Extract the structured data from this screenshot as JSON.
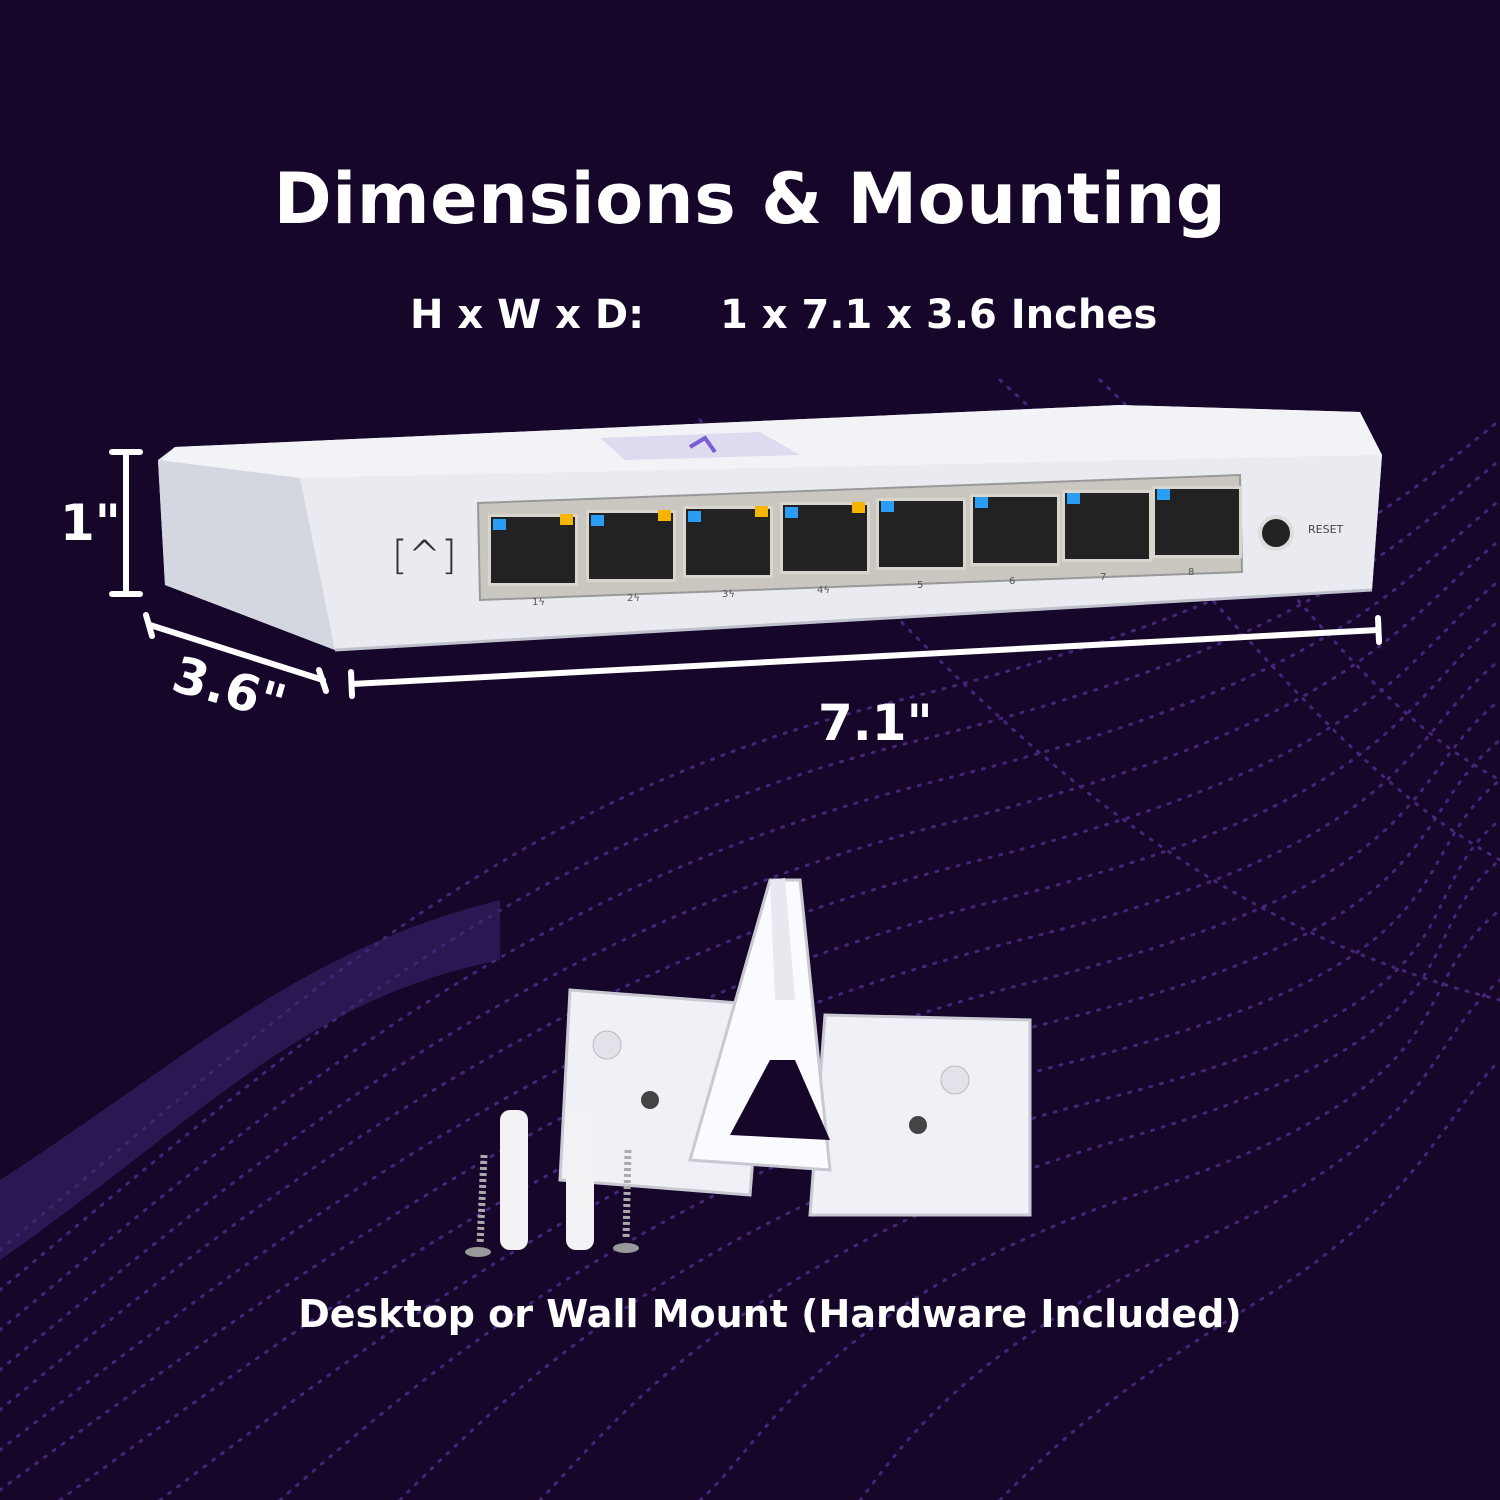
{
  "header": {
    "title": "Dimensions & Mounting",
    "dims_label": "H x W x D:",
    "dims_value": "1 x 7.1 x 3.6 Inches"
  },
  "dimensions": {
    "height": "1\"",
    "depth": "3.6\"",
    "width": "7.1\""
  },
  "device": {
    "logo": "[^]",
    "ports": [
      "1ϟ",
      "2ϟ",
      "3ϟ",
      "4ϟ",
      "5",
      "6",
      "7",
      "8"
    ],
    "reset_label": "RESET",
    "colors": {
      "link_led": "#2a9df4",
      "poe_led": "#f4b400",
      "body": "#e8eaf0",
      "background": "#15062a",
      "accent": "#5a3a9a"
    }
  },
  "caption": "Desktop or Wall Mount (Hardware Included)"
}
